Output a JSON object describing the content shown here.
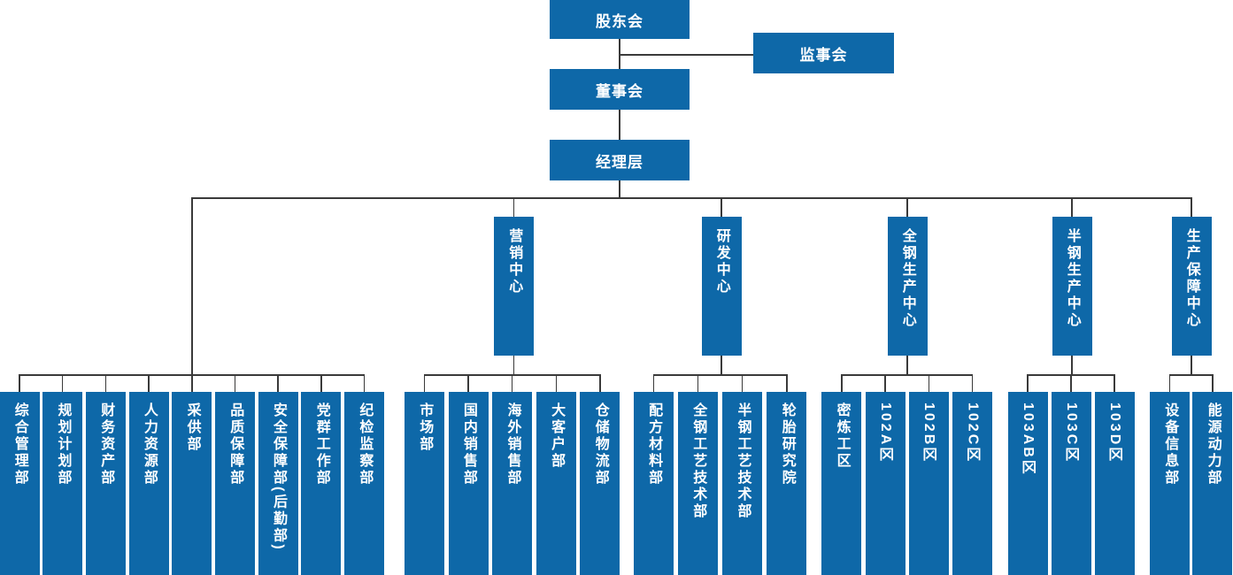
{
  "colors": {
    "node_fill": "#0e68a8",
    "node_text": "#ffffff",
    "connector": "#3a3a3a",
    "background": "#ffffff"
  },
  "org": {
    "top_nodes": {
      "shareholders": "股东会",
      "supervisory_board": "监事会",
      "board_of_directors": "董事会",
      "management": "经理层"
    },
    "groups": [
      {
        "id": "functional-departments",
        "center": null,
        "children": [
          "综合管理部",
          "规划计划部",
          "财务资产部",
          "人力资源部",
          "采供部",
          "品质保障部",
          "安全保障部(后勤部)",
          "党群工作部",
          "纪检监察部"
        ]
      },
      {
        "id": "marketing-center",
        "center": "营销中心",
        "children": [
          "市场部",
          "国内销售部",
          "海外销售部",
          "大客户部",
          "仓储物流部"
        ]
      },
      {
        "id": "rnd-center",
        "center": "研发中心",
        "children": [
          "配方材料部",
          "全钢工艺技术部",
          "半钢工艺技术部",
          "轮胎研究院"
        ]
      },
      {
        "id": "all-steel-production-center",
        "center": "全钢生产中心",
        "children": [
          "密炼工区",
          "102A区",
          "102B区",
          "102C区"
        ]
      },
      {
        "id": "semi-steel-production-center",
        "center": "半钢生产中心",
        "children": [
          "103AB区",
          "103C区",
          "103D区"
        ]
      },
      {
        "id": "production-support-center",
        "center": "生产保障中心",
        "children": [
          "设备信息部",
          "能源动力部"
        ]
      }
    ]
  }
}
